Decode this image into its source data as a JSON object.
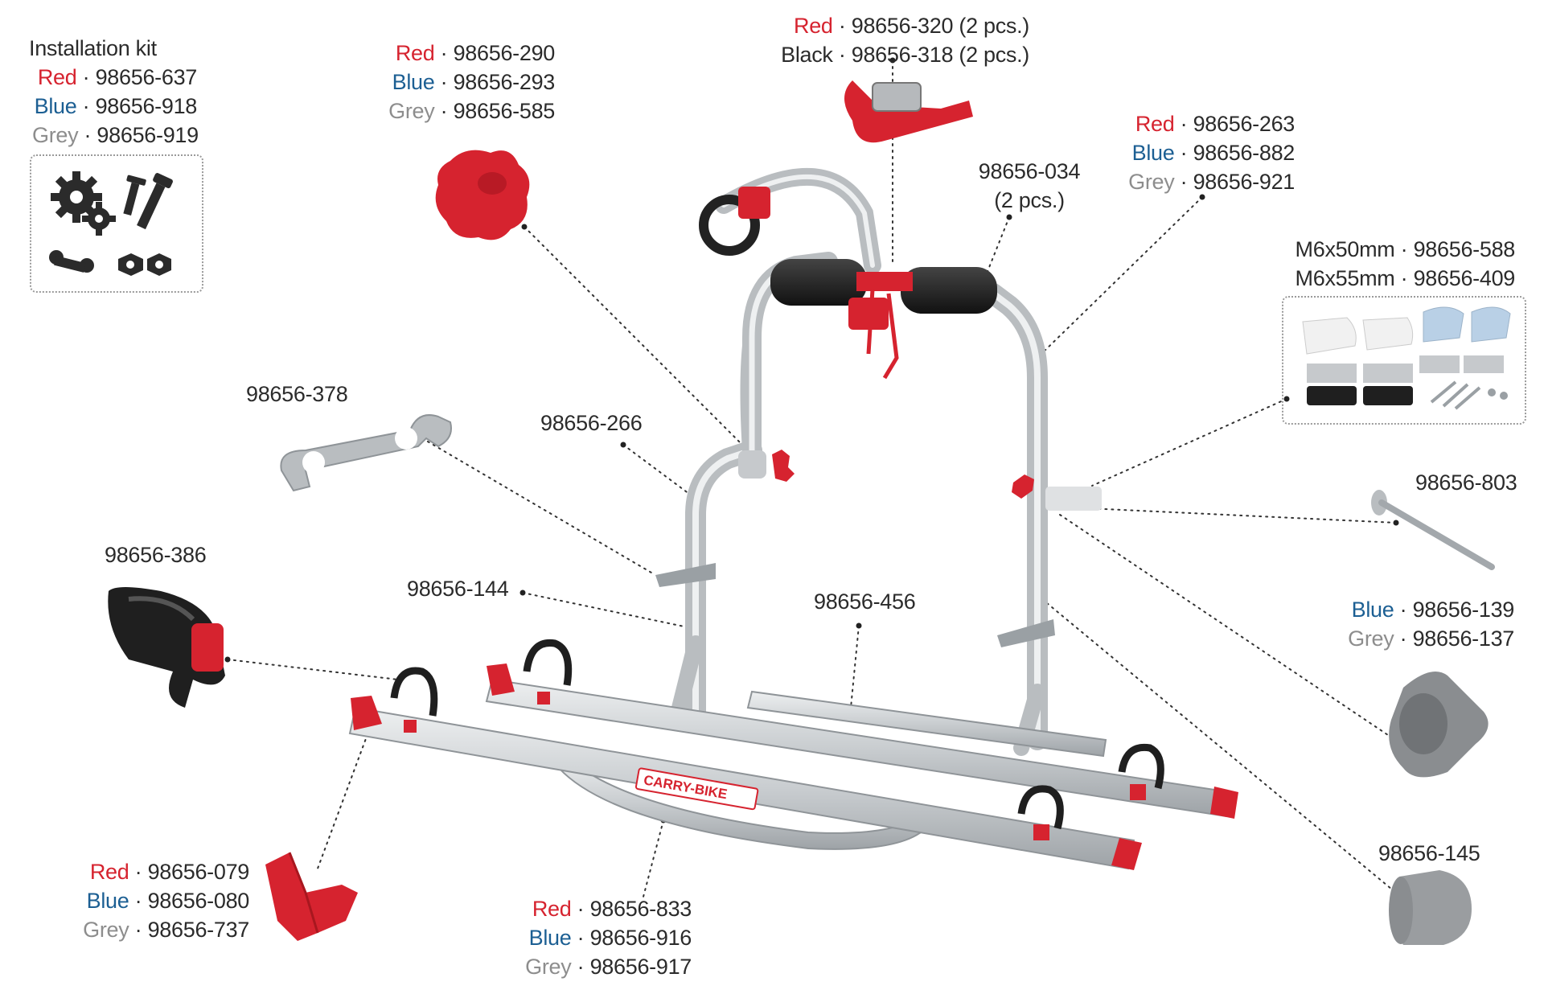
{
  "installation_kit": {
    "title": "Installation kit",
    "items": [
      {
        "color": "Red",
        "part": "98656-637"
      },
      {
        "color": "Blue",
        "part": "98656-918"
      },
      {
        "color": "Grey",
        "part": "98656-919"
      }
    ]
  },
  "knob": {
    "items": [
      {
        "color": "Red",
        "part": "98656-290"
      },
      {
        "color": "Blue",
        "part": "98656-293"
      },
      {
        "color": "Grey",
        "part": "98656-585"
      }
    ]
  },
  "strap_top": {
    "items": [
      {
        "color": "Red",
        "part": "98656-320 (2 pcs.)"
      },
      {
        "color": "Black",
        "part": "98656-318 (2 pcs.)"
      }
    ]
  },
  "foam": {
    "part": "98656-034",
    "qty": "(2 pcs.)"
  },
  "frame_right": {
    "items": [
      {
        "color": "Red",
        "part": "98656-263"
      },
      {
        "color": "Blue",
        "part": "98656-882"
      },
      {
        "color": "Grey",
        "part": "98656-921"
      }
    ]
  },
  "mount_screws": {
    "items": [
      {
        "size": "M6x50mm",
        "part": "98656-588"
      },
      {
        "size": "M6x55mm",
        "part": "98656-409"
      }
    ]
  },
  "clamp": {
    "part": "98656-378"
  },
  "frame_left": {
    "part": "98656-266"
  },
  "bolt": {
    "part": "98656-803"
  },
  "wheel_strap": {
    "part": "98656-386"
  },
  "tube": {
    "part": "98656-144"
  },
  "rail": {
    "part": "98656-456"
  },
  "end_cap": {
    "items": [
      {
        "color": "Blue",
        "part": "98656-139"
      },
      {
        "color": "Grey",
        "part": "98656-137"
      }
    ]
  },
  "foot": {
    "part": "98656-145"
  },
  "rail_end": {
    "items": [
      {
        "color": "Red",
        "part": "98656-079"
      },
      {
        "color": "Blue",
        "part": "98656-080"
      },
      {
        "color": "Grey",
        "part": "98656-737"
      }
    ]
  },
  "bottom_bar": {
    "items": [
      {
        "color": "Red",
        "part": "98656-833"
      },
      {
        "color": "Blue",
        "part": "98656-916"
      },
      {
        "color": "Grey",
        "part": "98656-917"
      }
    ]
  },
  "brand_text": "CARRY-BIKE",
  "colors": {
    "red": "#d6232f",
    "blue": "#1c5f93",
    "grey": "#8d8d8d",
    "aluminium": "#d4d6d8",
    "dark": "#1f1f1f"
  }
}
